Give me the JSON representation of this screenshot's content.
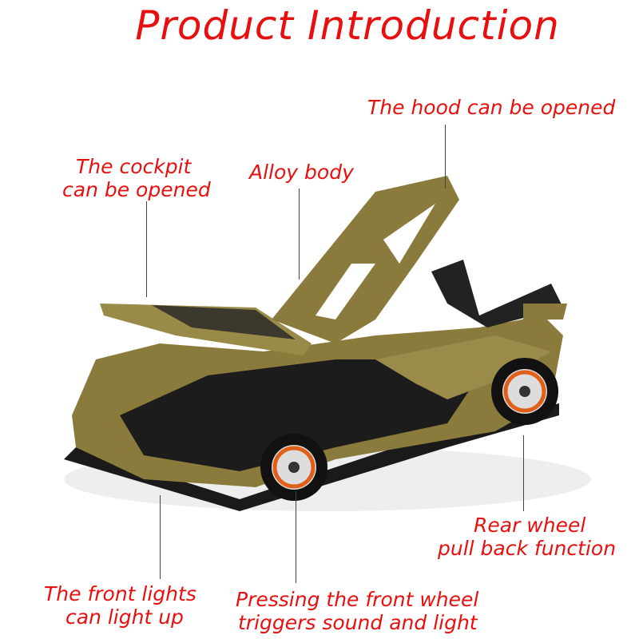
{
  "title": "Product Introduction",
  "callouts": {
    "hood": "The hood can be opened",
    "cockpit_1": "The cockpit",
    "cockpit_2": "can be opened",
    "alloy": "Alloy body",
    "rear_1": "Rear wheel",
    "rear_2": "pull back function",
    "lights_1": "The front lights",
    "lights_2": "can light up",
    "press_1": "Pressing the front wheel",
    "press_2": "triggers sound and light"
  },
  "colors": {
    "text": "#e8100e",
    "body": "#8a7b3c",
    "accent": "#e0601a"
  }
}
